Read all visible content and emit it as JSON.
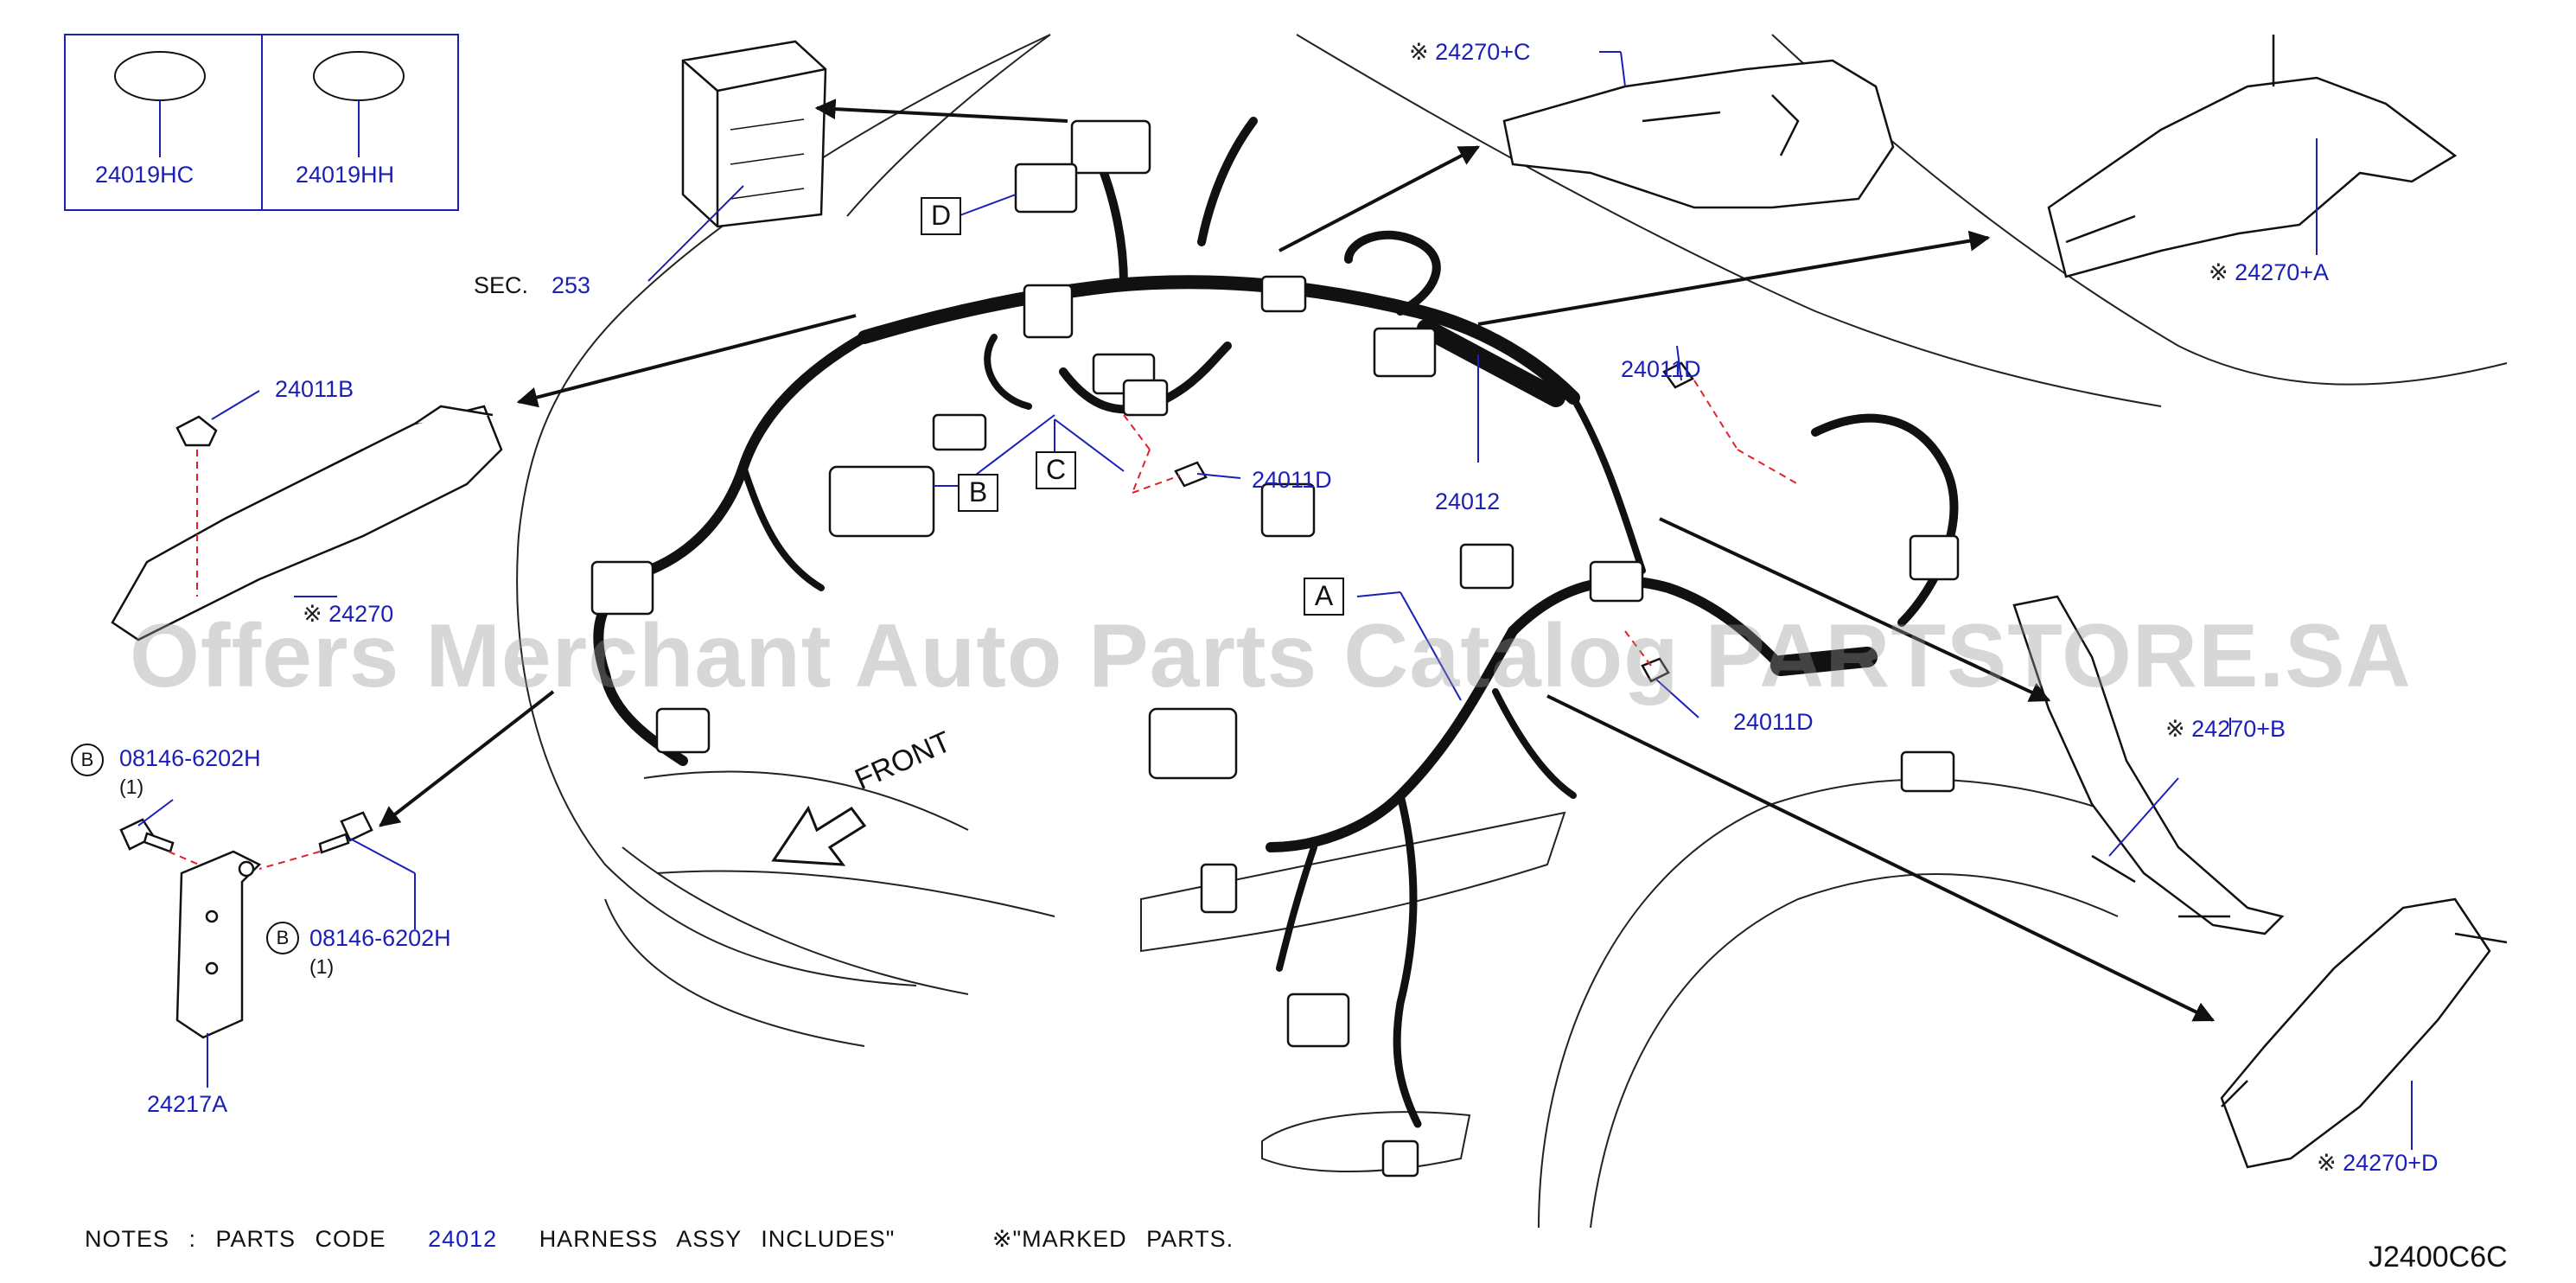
{
  "diagram": {
    "legend": [
      {
        "id": "legend-24019hc",
        "part": "24019HC"
      },
      {
        "id": "legend-24019hh",
        "part": "24019HH"
      }
    ],
    "callouts": {
      "sec_prefix": "SEC.",
      "sec_number": "253",
      "p24270c": "24270+C",
      "p24270a": "24270+A",
      "p24011b": "24011B",
      "p24270": "24270",
      "p24011d_1": "24011D",
      "p24011d_2": "24011D",
      "p24011d_3": "24011D",
      "p24012": "24012",
      "p24270b": "24270+B",
      "p24270d": "24270+D",
      "bolt1": "08146-6202H",
      "bolt1_qty": "(1)",
      "bolt2": "08146-6202H",
      "bolt2_qty": "(1)",
      "bracket": "24217A",
      "front": "FRONT"
    },
    "boxes": {
      "a": "A",
      "b": "B",
      "c": "C",
      "d": "D"
    },
    "circle_letter_1": "B",
    "circle_letter_2": "B",
    "mark_symbol": "※",
    "notes": {
      "prefix": "NOTES  :  PARTS  CODE",
      "code": "24012",
      "mid": "HARNESS  ASSY  INCLUDES\"",
      "mark": "※",
      "suffix": "\"MARKED  PARTS."
    },
    "ref_code": "J2400C6C",
    "watermark": "Offers Merchant Auto Parts Catalog PARTSTORE.SA",
    "colors": {
      "part_link": "#1a1fb8",
      "ink": "#111111",
      "leader_red": "#e0202a"
    }
  }
}
